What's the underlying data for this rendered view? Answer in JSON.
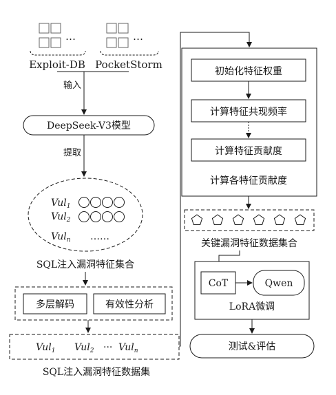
{
  "inputs": {
    "source1": "Exploit-DB",
    "source2": "PocketStorm",
    "input_label": "输入",
    "ellipsis": "…"
  },
  "model": {
    "label": "DeepSeek-V3模型"
  },
  "extract_label": "提取",
  "feature_set": {
    "vul1": "Vul",
    "vul1_sub": "1",
    "vul2": "Vul",
    "vul2_sub": "2",
    "vuln": "Vul",
    "vuln_sub": "n",
    "dots": "……",
    "caption": "SQL注入漏洞特征集合"
  },
  "decode": {
    "multi_decode": "多层解码",
    "validity": "有效性分析"
  },
  "dataset": {
    "v1": "Vul",
    "v1_sub": "1",
    "v2": "Vul",
    "v2_sub": "2",
    "dots": "···",
    "vn": "Vul",
    "vn_sub": "n",
    "caption": "SQL注入漏洞特征数据集"
  },
  "contribution": {
    "step1": "初始化特征权重",
    "step2": "计算特征共现频率",
    "step3": "计算特征贡献度",
    "caption": "计算各特征贡献度"
  },
  "key_dataset": {
    "caption": "关键漏洞特征数据集合"
  },
  "lora": {
    "cot": "CoT",
    "qwen": "Qwen",
    "caption": "LoRA微调"
  },
  "eval": {
    "label": "测试&评估"
  }
}
